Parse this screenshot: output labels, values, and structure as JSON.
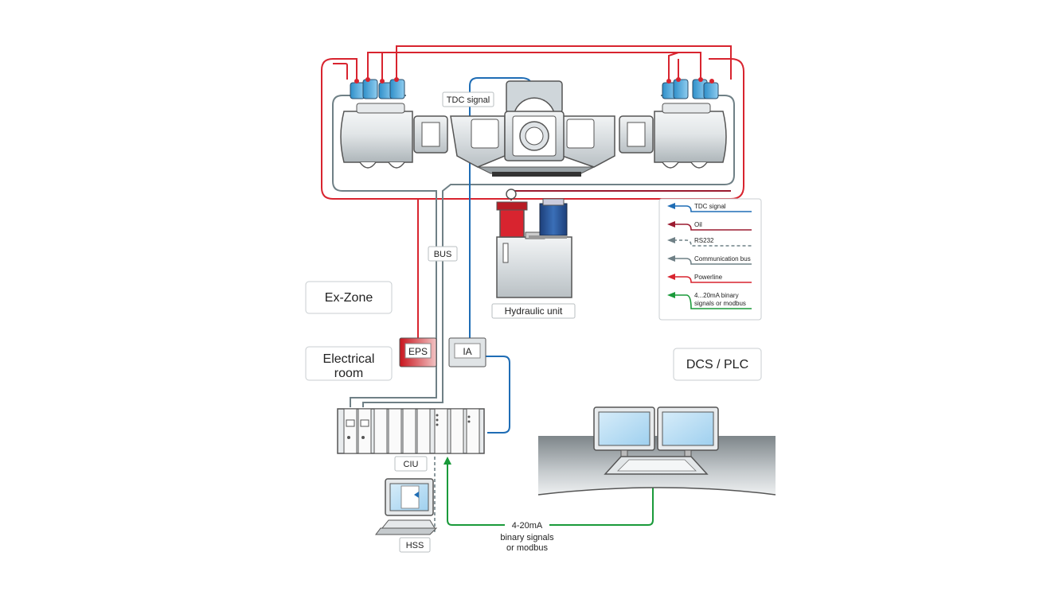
{
  "labels": {
    "tdc_signal": "TDC signal",
    "bus": "BUS",
    "ex_zone": "Ex-Zone",
    "electrical_room_1": "Electrical",
    "electrical_room_2": "room",
    "eps": "EPS",
    "ia": "IA",
    "hydraulic_unit": "Hydraulic unit",
    "dcs_plc": "DCS / PLC",
    "ciu": "CIU",
    "hss": "HSS",
    "link_1": "4-20mA",
    "link_2": "binary signals",
    "link_3": "or modbus"
  },
  "legend": {
    "items": [
      {
        "label": "TDC signal",
        "color": "#1f6db5",
        "style": "solid"
      },
      {
        "label": "Oil",
        "color": "#9b1b30",
        "style": "solid"
      },
      {
        "label": "RS232",
        "color": "#6f8086",
        "style": "dashed"
      },
      {
        "label": "Communication bus",
        "color": "#6f8086",
        "style": "solid"
      },
      {
        "label": "Powerline",
        "color": "#d8242f",
        "style": "solid"
      },
      {
        "label": "4...20mA binary",
        "label2": "signals or modbus",
        "color": "#1a9a3a",
        "style": "solid"
      }
    ]
  },
  "colors": {
    "tdc": "#1f6db5",
    "oil": "#9b1b30",
    "comm": "#6f8086",
    "power": "#d8242f",
    "signal": "#1a9a3a",
    "machine": "#d9dee1",
    "screen": "#b8dcf2"
  }
}
